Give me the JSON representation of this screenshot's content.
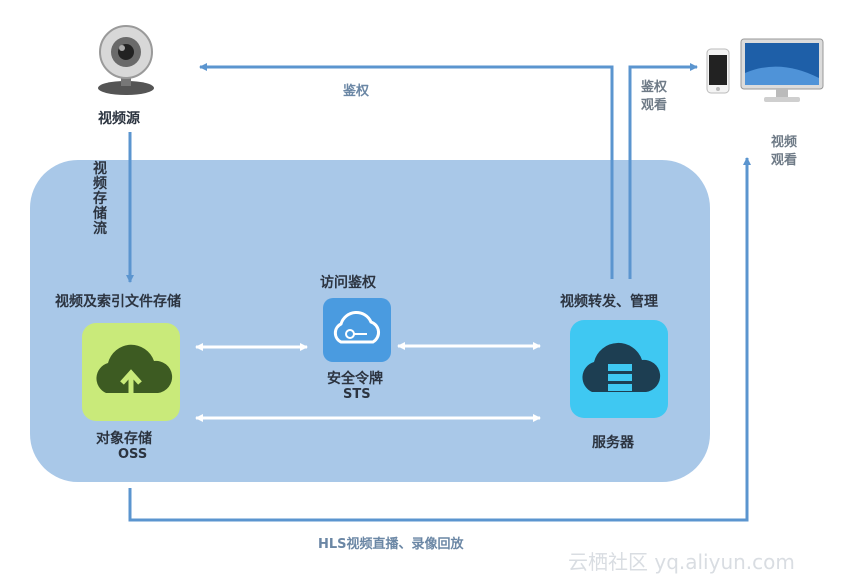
{
  "nodes": {
    "video_source": "视频源",
    "storage_label": "视频及索引文件存储",
    "access_auth": "访问鉴权",
    "forward_manage": "视频转发、管理",
    "sts_line1": "安全令牌",
    "sts_line2": "STS",
    "oss_line1": "对象存储",
    "oss_line2": "OSS",
    "server": "服务器"
  },
  "edges": {
    "auth_top": "鉴权",
    "auth_view_line1": "鉴权",
    "auth_view_line2": "观看",
    "video_view_line1": "视频",
    "video_view_line2": "观看",
    "stream_vertical": "视频存储流",
    "hls_bottom": "HLS视频直播、录像回放"
  },
  "watermark": "云栖社区 yq.aliyun.com",
  "colors": {
    "panel": "#a9c8e8",
    "arrow": "#5b95cf",
    "oss_tile": "#c9ea7a",
    "sts_tile": "#4a9be0",
    "server_tile": "#3fc8f2"
  },
  "icons": [
    "webcam-icon",
    "phone-icon",
    "monitor-icon",
    "cloud-upload-icon",
    "cloud-key-icon",
    "cloud-server-icon"
  ]
}
